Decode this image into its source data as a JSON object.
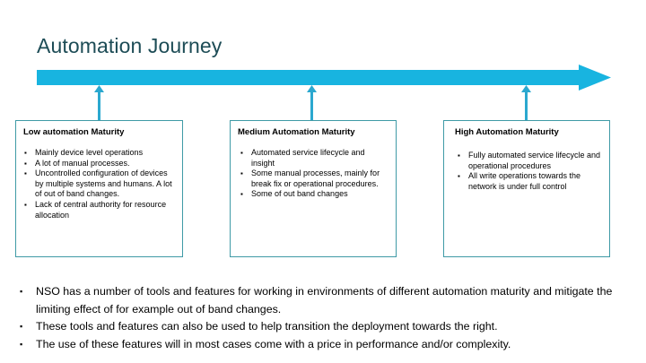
{
  "slide": {
    "title": "Automation Journey",
    "accent_color": "#18b4e0",
    "title_color": "#1d4c56",
    "box_border_color": "#3f9aa6",
    "bullet_glyph": "▪"
  },
  "arrow": {
    "name": "journey-arrow",
    "direction": "right",
    "color": "#18b4e0"
  },
  "tick_arrows": [
    {
      "label": "tick-arrow-1",
      "target": "Low automation Maturity"
    },
    {
      "label": "tick-arrow-2",
      "target": "Medium Automation Maturity"
    },
    {
      "label": "tick-arrow-3",
      "target": "High Automation Maturity"
    }
  ],
  "boxes": [
    {
      "id": "low",
      "title": "Low automation Maturity",
      "bullets": [
        "Mainly device level operations",
        "A lot of manual processes.",
        "Uncontrolled configuration of devices by multiple systems and humans. A lot of out of band changes.",
        "Lack of central authority for resource allocation"
      ]
    },
    {
      "id": "medium",
      "title": "Medium Automation Maturity",
      "bullets": [
        "Automated service lifecycle and insight",
        "Some manual processes, mainly for break fix or operational procedures.",
        "Some of out band changes"
      ]
    },
    {
      "id": "high",
      "title": "High Automation Maturity",
      "bullets": [
        "Fully automated service lifecycle and operational procedures",
        "All write operations towards the network is under full control"
      ]
    }
  ],
  "footer_notes": [
    "NSO has a number of tools and features for working in environments of different automation maturity and mitigate the limiting effect of for example out of band changes.",
    "These tools and features can also be used to help transition the deployment towards the right.",
    "The use of these features will in most cases come with a price in performance and/or complexity."
  ]
}
